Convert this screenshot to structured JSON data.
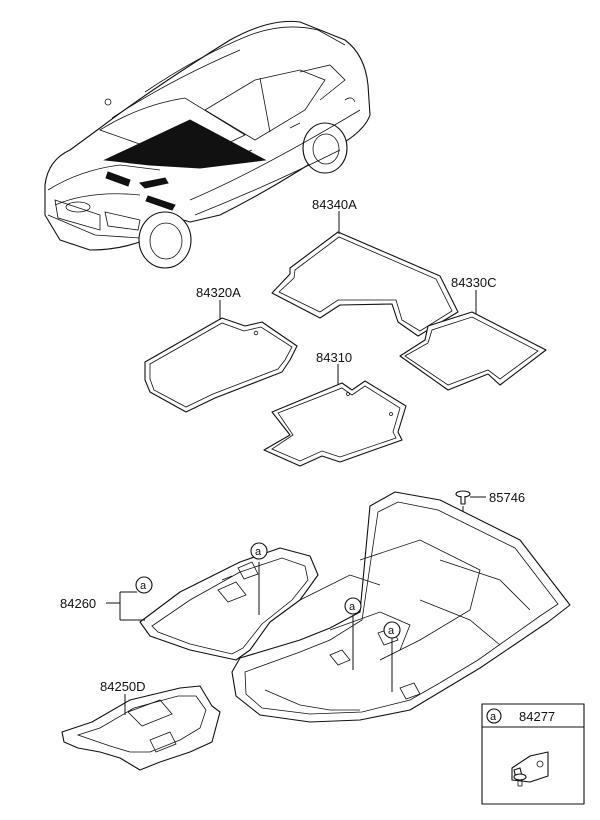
{
  "parts": {
    "mat_rear_center": "84340A",
    "mat_rear_right": "84330C",
    "mat_front_left": "84320A",
    "mat_front_right": "84310",
    "clip": "85746",
    "carpet_assy": "84260",
    "insulator": "84250D",
    "hook": "84277"
  },
  "callout_symbol": "a",
  "legend": {
    "symbol": "a",
    "part": "84277"
  }
}
